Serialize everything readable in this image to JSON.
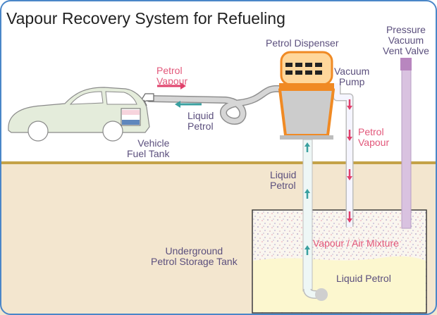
{
  "title": "Vapour Recovery System for Refueling",
  "labels": {
    "petrol_dispenser": "Petrol Dispenser",
    "vacuum_pump_line1": "Vacuum",
    "vacuum_pump_line2": "Pump",
    "pressure_vent_line1": "Pressure",
    "pressure_vent_line2": "Vacuum",
    "pressure_vent_line3": "Vent Valve",
    "petrol_vapour_hose_line1": "Petrol",
    "petrol_vapour_hose_line2": "Vapour",
    "liquid_petrol_hose_line1": "Liquid",
    "liquid_petrol_hose_line2": "Petrol",
    "vehicle_tank_line1": "Vehicle",
    "vehicle_tank_line2": "Fuel Tank",
    "petrol_vapour_return_line1": "Petrol",
    "petrol_vapour_return_line2": "Vapour",
    "liquid_petrol_supply_line1": "Liquid",
    "liquid_petrol_supply_line2": "Petrol",
    "underground_tank_line1": "Underground",
    "underground_tank_line2": "Petrol Storage Tank",
    "vapour_air_mixture": "Vapour / Air Mixture",
    "liquid_petrol_tank": "Liquid Petrol"
  },
  "colors": {
    "border": "#4a86c8",
    "ground": "#f3e6cf",
    "ground_line": "#c4a247",
    "dispenser_orange": "#f08a24",
    "dispenser_body": "#cccccc",
    "vent_pipe": "#d9c2e0",
    "vent_cap": "#b886bf",
    "vapour_label": "#e2577a",
    "label": "#5b4f7d",
    "flow_arrow_vapour": "#e0406a",
    "flow_arrow_liquid": "#3aa0a0",
    "liquid_petrol": "#fcf7cf"
  }
}
